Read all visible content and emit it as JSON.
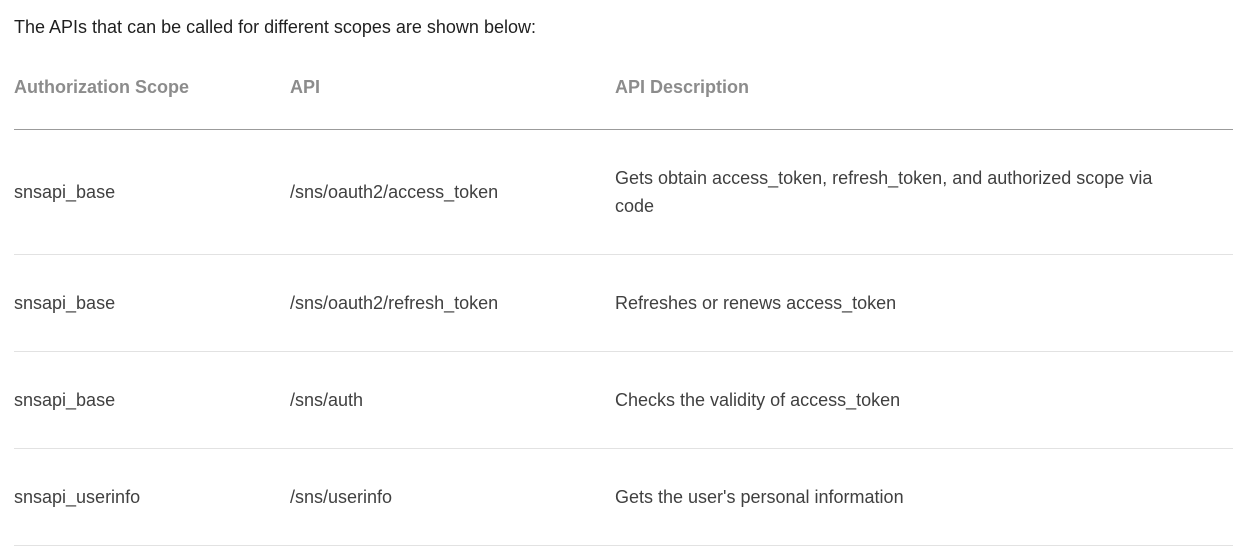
{
  "intro": "The APIs that can be called for different scopes are shown below:",
  "table": {
    "headers": {
      "scope": "Authorization Scope",
      "api": "API",
      "description": "API Description"
    },
    "rows": [
      {
        "scope": "snsapi_base",
        "api": "/sns/oauth2/access_token",
        "description": "Gets obtain access_token, refresh_token, and authorized scope via code"
      },
      {
        "scope": "snsapi_base",
        "api": "/sns/oauth2/refresh_token",
        "description": "Refreshes or renews access_token"
      },
      {
        "scope": "snsapi_base",
        "api": "/sns/auth",
        "description": "Checks the validity of access_token"
      },
      {
        "scope": "snsapi_userinfo",
        "api": "/sns/userinfo",
        "description": "Gets the user's personal information"
      }
    ]
  },
  "colors": {
    "intro_text": "#1f1f1f",
    "header_text": "#8c8c8c",
    "body_text": "#404040",
    "header_rule": "#9b9b9b",
    "row_rule": "#e2e2e2",
    "background": "#ffffff"
  }
}
